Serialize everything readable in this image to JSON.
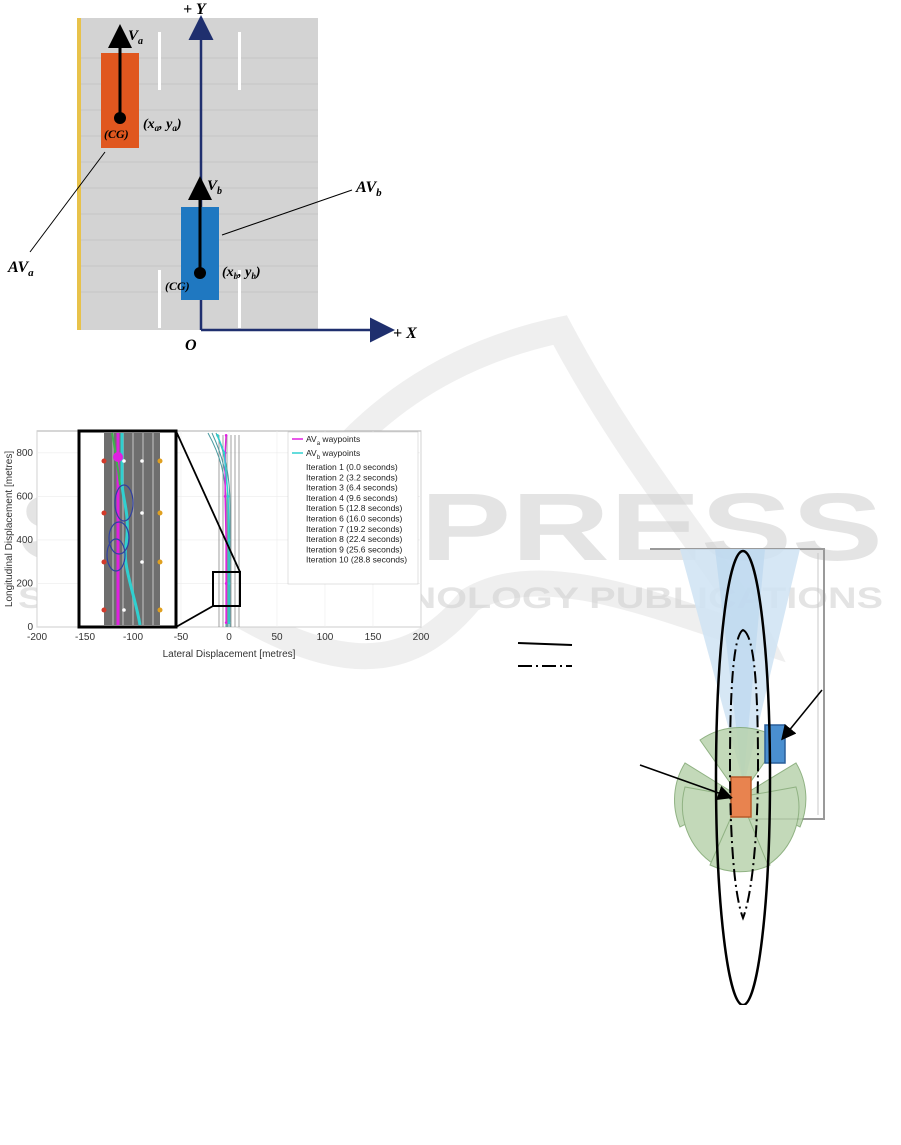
{
  "watermark": {
    "line1": "SCITEPRESS",
    "line2": "SCIENCE AND TECHNOLOGY PUBLICATIONS"
  },
  "fig1": {
    "axis_y": "+ Y",
    "axis_x": "+ X",
    "origin": "O",
    "va": "V",
    "va_sub": "a",
    "vb": "V",
    "vb_sub": "b",
    "cg_a": "(CG)",
    "cg_b": "(CG)",
    "pos_a": "(x",
    "pos_a_sub": "a",
    "pos_a_mid": ", y",
    "pos_a_sub2": "a",
    "pos_a_end": ")",
    "pos_b": "(x",
    "pos_b_sub": "b",
    "pos_b_mid": ", y",
    "pos_b_sub2": "b",
    "pos_b_end": ")",
    "label_ava": "AV",
    "label_ava_sub": "a",
    "label_avb": "AV",
    "label_avb_sub": "b",
    "colors": {
      "road": "#d3d3d3",
      "av_a": "#e0571f",
      "av_b": "#1f78c1",
      "axis": "#1f2f6e",
      "edge_line": "#e8c24a"
    }
  },
  "chart_data": {
    "type": "line",
    "xlabel": "Lateral Displacement [metres]",
    "ylabel": "Longitudinal Displacement [metres]",
    "xlim": [
      -200,
      200
    ],
    "ylim": [
      0,
      900
    ],
    "xticks": [
      -200,
      -150,
      -100,
      -50,
      0,
      50,
      100,
      150,
      200
    ],
    "yticks": [
      0,
      200,
      400,
      600,
      800
    ],
    "legend": [
      {
        "name": "AV",
        "sub": "a",
        "suffix": " waypoints",
        "color": "#e020e0"
      },
      {
        "name": "AV",
        "sub": "b",
        "suffix": " waypoints",
        "color": "#30d0d0"
      },
      {
        "name": "Iteration 1 (0.0 seconds)"
      },
      {
        "name": "Iteration 2 (3.2 seconds)"
      },
      {
        "name": "Iteration 3 (6.4 seconds)"
      },
      {
        "name": "Iteration 4 (9.6 seconds)"
      },
      {
        "name": "Iteration 5 (12.8 seconds)"
      },
      {
        "name": "Iteration 6 (16.0 seconds)"
      },
      {
        "name": "Iteration 7 (19.2 seconds)"
      },
      {
        "name": "Iteration 8 (22.4 seconds)"
      },
      {
        "name": "Iteration 9 (25.6 seconds)"
      },
      {
        "name": "Iteration 10 (28.8 seconds)"
      }
    ],
    "series": [
      {
        "name": "AV_a waypoints",
        "color": "#e020e0",
        "x": [
          -3,
          -3,
          -3,
          -4,
          -4,
          -3
        ],
        "y": [
          20,
          200,
          400,
          600,
          800,
          880
        ]
      },
      {
        "name": "AV_b waypoints",
        "color": "#30d0d0",
        "x": [
          0,
          0,
          0,
          -1,
          -5,
          -12
        ],
        "y": [
          20,
          200,
          400,
          600,
          800,
          880
        ]
      }
    ]
  }
}
